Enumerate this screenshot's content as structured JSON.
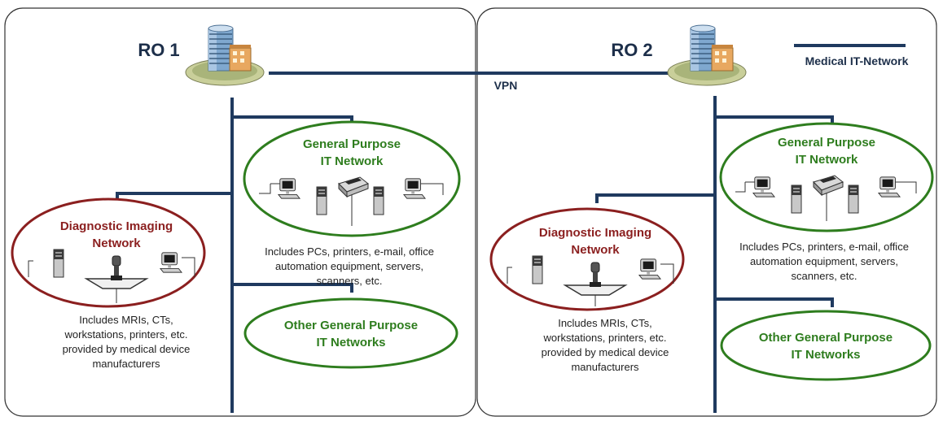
{
  "sites": [
    {
      "title": "RO 1",
      "general_network": [
        "General Purpose",
        "IT Network"
      ],
      "general_desc": [
        "Includes PCs, printers, e-mail, office",
        "automation equipment, servers,",
        "scanners, etc."
      ],
      "imaging_network": [
        "Diagnostic Imaging",
        "Network"
      ],
      "imaging_desc": [
        "Includes MRIs, CTs,",
        "workstations, printers, etc.",
        "provided by medical device",
        "manufacturers"
      ],
      "other_network": [
        "Other General Purpose",
        "IT Networks"
      ]
    },
    {
      "title": "RO 2",
      "general_network": [
        "General Purpose",
        "IT Network"
      ],
      "general_desc": [
        "Includes PCs, printers, e-mail, office",
        "automation equipment, servers,",
        "scanners, etc."
      ],
      "imaging_network": [
        "Diagnostic Imaging",
        "Network"
      ],
      "imaging_desc": [
        "Includes MRIs, CTs,",
        "workstations, printers, etc.",
        "provided by medical device",
        "manufacturers"
      ],
      "other_network": [
        "Other General Purpose",
        "IT Networks"
      ]
    }
  ],
  "vpn_label": "VPN",
  "legend": {
    "label": "Medical IT-Network"
  },
  "icons": [
    "building-icon",
    "desktop-pc-icon",
    "server-tower-icon",
    "printer-icon",
    "mri-scanner-icon"
  ],
  "colors": {
    "network_line": "#1f3a5f",
    "general_ellipse": "#2e7d1e",
    "imaging_ellipse": "#8b1f1f",
    "panel_border": "#333333"
  }
}
